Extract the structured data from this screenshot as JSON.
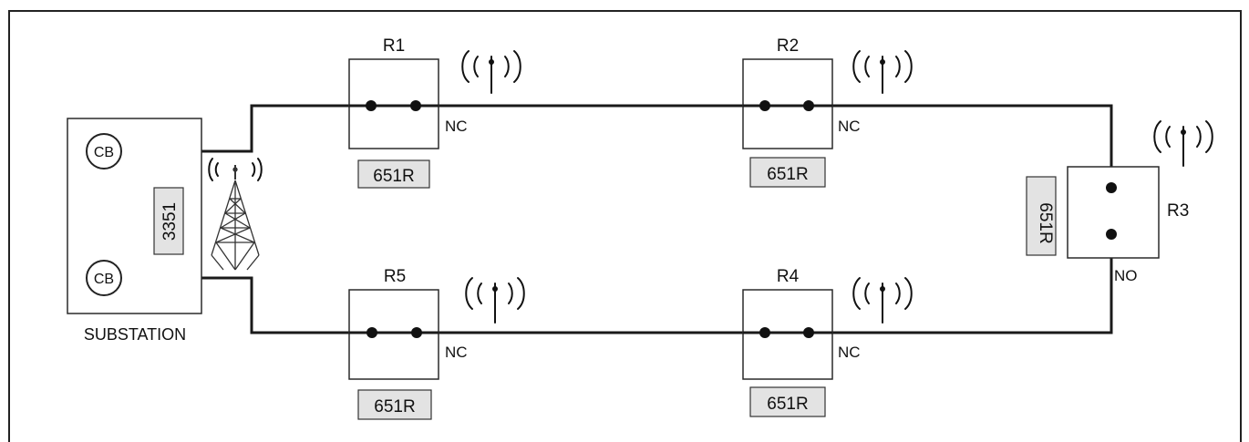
{
  "substation": {
    "label": "SUBSTATION",
    "controller": "3351",
    "breaker_top": "CB",
    "breaker_bottom": "CB"
  },
  "recloser_model": "651R",
  "reclosers": {
    "r1": {
      "name": "R1",
      "state": "NC",
      "model": "651R"
    },
    "r2": {
      "name": "R2",
      "state": "NC",
      "model": "651R"
    },
    "r3": {
      "name": "R3",
      "state": "NO",
      "model": "651R"
    },
    "r4": {
      "name": "R4",
      "state": "NC",
      "model": "651R"
    },
    "r5": {
      "name": "R5",
      "state": "NC",
      "model": "651R"
    }
  },
  "icons": {
    "antenna": "radio-antenna-icon",
    "tower": "radio-tower-icon"
  }
}
